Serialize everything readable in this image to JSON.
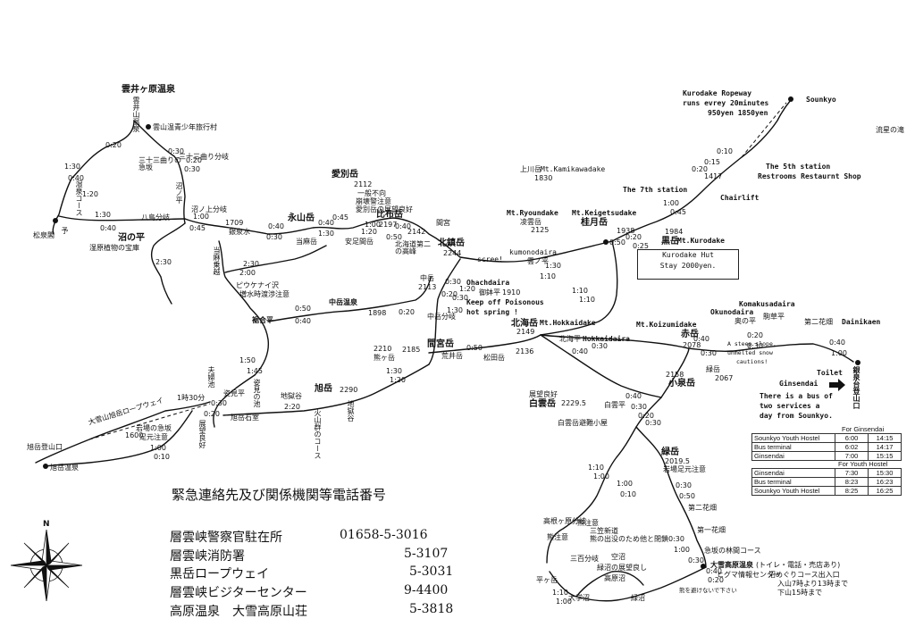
{
  "map": {
    "labels": {
      "kumoi_onsen": "雲井ヶ原温泉",
      "kumoi_vertical": "雲井山温泉",
      "youth_house": "雲山温青少年旅行村",
      "sanjusan_top": "三十三曲り分岐",
      "sanjusan_left": "三十三曲りの急坂",
      "numahira_junc": "沼ノ平",
      "numa_no_ue": "沼ノ上分岐",
      "hakkahun": "八島分岐",
      "matsudo": "松泉閣",
      "yoko": "予",
      "numanotaira": "沼の平",
      "numanotaira_sub": "湿原植物の宝庫",
      "kotoshi": "湿泉コース",
      "aizan_dake": "愛別岳",
      "aizan_h": "2112",
      "warning_1": "一般不向",
      "warning_2": "崩壊警注意",
      "aizan_view": "愛別岳の展望良好",
      "hiyama_dake": "比布岳",
      "hiyama_h": "2197",
      "eisandake": "永山岳",
      "tokai": "当麻岳",
      "anzenhisho": "安足間岳",
      "yama_no_hisho": "銀泉水",
      "h1709": "1709",
      "pihokai": "ピウケナイ沢",
      "pihokai_sub": "増水時渡渉注意",
      "tokai_norikoshi": "当麻乗越",
      "h2142": "2142",
      "matsuzumi": "間宮",
      "hokuchin": "北鎮岳",
      "hokuchin_h": "2244",
      "hokkaido_2": "北海道第二の高峰",
      "scree": "scree!",
      "kumonodaira": "kumonodaira",
      "kumonodaira_jp": "雲ノ平",
      "ryoundake_en": "Mt.Ryoundake",
      "ryoundake_jp": "凌雲岳",
      "ryoundake_h": "2125",
      "keigetsu_en": "Mt.Keigetsudake",
      "keigetsu_jp": "桂月岳",
      "keigetsu_h": "1938",
      "kamikawa_en": "Mt.Kamikawadake",
      "kamikawa_jp": "上川岳",
      "kamikawa_h": "1830",
      "kurodake_jp": "黒岳",
      "kurodake_en": "Mt.Kurodake",
      "kurodake_h": "1984",
      "seventh": "The 7th station",
      "chairlift": "Chairlift",
      "fifth_1": "The 5th station",
      "fifth_2": "Restrooms Restaurnt Shop",
      "ropeway_1": "Kurodake Ropeway",
      "ropeway_2": "runs evrey 20minutes",
      "ropeway_3": "950yen 1850yen",
      "sounkyo": "Sounkyo",
      "ryusei": "流星の滝",
      "h1417": "1417",
      "hut_1": "Kurodake Hut",
      "hut_2": "Stay 2000yen.",
      "ohachi_en": "Ohachdaira",
      "ohachi_jp": "御鉢平",
      "ohachi_h": "1910",
      "poison_1": "Keep off Poisonous",
      "poison_2": "hot spring !",
      "nakadake": "中岳",
      "nakadake_h": "2113",
      "nakadake_bunki": "中岳分岐",
      "nakadake_onsen": "中岳温泉",
      "h1898": "1898",
      "mamiya": "間宮岳",
      "arai": "荒井岳",
      "h2185": "2185",
      "hokkai_jp": "北海岳",
      "hokkai_en": "Mt.Hokkaidake",
      "hokkai_h": "2149",
      "hokkaidaira_jp": "北海平",
      "hokkaidaira_en": "Hokkaidaira",
      "h2136": "2136",
      "matsuda": "松田岳",
      "h2210": "2210",
      "asahi": "旭岳",
      "asahi_h": "2290",
      "kumano": "熊ヶ岳",
      "neriai": "裾合平",
      "fuka": "夫婦池",
      "sugatami": "姿見平",
      "sugatami_ike": "姿見の池",
      "asahi_ishimuro": "旭岳石室",
      "onebou": "地獄谷",
      "kazan": "火山群のコース",
      "ropeway_asahi": "大雪山旭岳ロープウェイ",
      "h1600": "1600",
      "asahi_tozan": "旭岳登山口",
      "asahi_onsen": "旭岳温泉",
      "iwa_1": "岩場の急坂",
      "iwa_2": "足元注意",
      "tenbo": "展望良好",
      "h1030": "1時30分",
      "tenbo_2": "展望良好",
      "hakuun_jp": "白雲岳",
      "hakuun_h": "2229.5",
      "hakuun_hut": "白雲岳避難小屋",
      "hakuun_taira": "白雲平",
      "koizumi_en": "Mt.Koizumidake",
      "akadake_jp": "赤岳",
      "akadake_h": "2078",
      "komakusa_en": "Komakusadaira",
      "okuno_en": "Okunodaira",
      "okuno_jp": "奥の平",
      "komakusa_jp": "駒草平",
      "daini_jp": "第二花畑",
      "daini_en": "Dainikaen",
      "steep_1": "A steep slope,",
      "steep_2": "unmelted snow",
      "steep_3": "cautions!",
      "toilet": "Toilet",
      "ginsendai_en": "Ginsendai",
      "ginsendai_v": "銀泉台登山口",
      "bus_1": "There is a bus of",
      "bus_2": "two services a",
      "bus_3": "day from Sounkyo.",
      "koizumi_jp": "小泉岳",
      "h2158": "2158",
      "midori": "緑岳",
      "h2067": "2067",
      "ryokudake": "緑岳",
      "ryokudake_h": "2019.5",
      "ryokudake_sub": "岩場足元注意",
      "daini_kaen": "第二花畑",
      "daiichi_kaen": "第一花畑",
      "kyuzaka": "急坂の林間コース",
      "kogen_onsen": "大雪高原温泉",
      "kogen_sub": "(トイレ・電話・売店あり)",
      "info": "ヒグマ情報センター",
      "numa_course": "沼めぐりコース出入口",
      "numa_time_1": "入山7時より13時まで",
      "numa_time_2": "下山15時まで",
      "ka_bunki": "高根ヶ原分岐",
      "kuma_1": "熊注意",
      "kuma_2": "熊注意",
      "shinji_1": "三笠新道",
      "shinji_2": "熊の出没のため他と閉鎖",
      "sanbon": "三百分岐",
      "kara_numa": "空沼",
      "midori_numa": "緑沼の展望良し",
      "koka": "高原沼",
      "heiga": "平ヶ岳",
      "daigaku": "大学沼",
      "ryoku_numa": "緑沼",
      "kuma_3": "熊を避けないで下さい",
      "ji_1": "地獄谷",
      "akadake_kurodake": "赤岳"
    },
    "times": [
      "0:20",
      "0:30",
      "0:20",
      "0:30",
      "1:30",
      "0:40",
      "1:30",
      "0:40",
      "1:20",
      "1:00",
      "0:45",
      "0:40",
      "0:30",
      "0:40",
      "1:30",
      "1:20",
      "1:00",
      "0:50",
      "0:40",
      "0:45",
      "0:20",
      "0:25",
      "1:00",
      "0:45",
      "0:20",
      "0:15",
      "0:10",
      "1:30",
      "1:10",
      "0:30",
      "0:20",
      "0:30",
      "1:30",
      "1:20",
      "0:50",
      "0:40",
      "2:30",
      "2:00",
      "2:30",
      "1:50",
      "1:45",
      "0:30",
      "0:20",
      "2:20",
      "1:30",
      "1:20",
      "0:20",
      "0:50",
      "1:10",
      "1:10",
      "0:50",
      "0:40",
      "0:30",
      "0:40",
      "0:30",
      "0:20",
      "0:30",
      "0:40",
      "1:00",
      "0:40",
      "0:30",
      "0:20",
      "0:30",
      "1:00",
      "0:10",
      "0:30",
      "0:50",
      "0:30",
      "1:00",
      "1:10",
      "1:00",
      "1:10",
      "1:00",
      "0:40",
      "0:20",
      "0:30",
      "1:00",
      "0:10"
    ]
  },
  "bus_table": {
    "for_ginsendai": "For Ginsendai",
    "ginsendai_rows": [
      [
        "Sounkyo Youth Hostel",
        "6:00",
        "14:15"
      ],
      [
        "Bus terminal",
        "6:02",
        "14:17"
      ],
      [
        "Ginsendai",
        "7:00",
        "15:15"
      ]
    ],
    "for_youth": "For Youth Hostel",
    "youth_rows": [
      [
        "Ginsendai",
        "7:30",
        "15:30"
      ],
      [
        "Bus terminal",
        "8:23",
        "16:23"
      ],
      [
        "Sounkyo Youth Hostel",
        "8:25",
        "16:25"
      ]
    ]
  },
  "contacts": {
    "heading": "緊急連絡先及び関係機関等電話番号",
    "rows": [
      {
        "name": "層雲峡警察官駐在所",
        "phone": "01658-5-3016"
      },
      {
        "name": "層雲峡消防署",
        "phone": "5-3107"
      },
      {
        "name": "黒岳ロープウェイ",
        "phone": "5-3031"
      },
      {
        "name": "層雲峡ビジターセンター",
        "phone": "9-4400"
      },
      {
        "name": "高原温泉　大雪高原山荘",
        "phone": "5-3818"
      }
    ]
  },
  "compass": {
    "north": "N"
  }
}
